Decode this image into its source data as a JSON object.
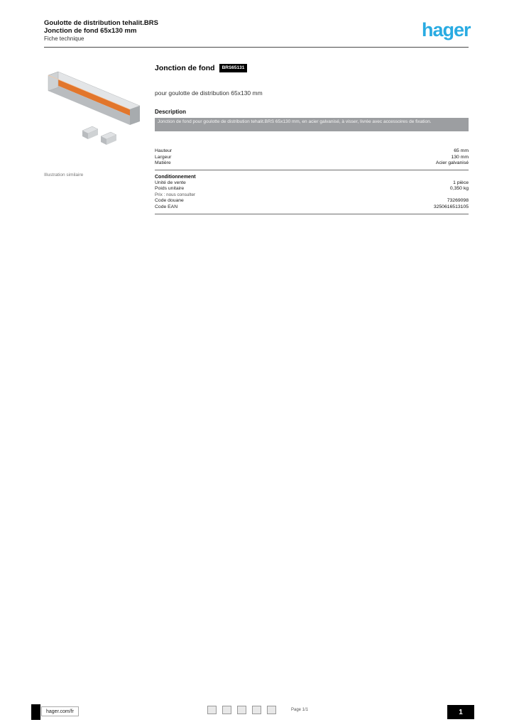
{
  "header": {
    "line1": "Goulotte de distribution tehalit.BRS",
    "line2": "Jonction de fond 65x130 mm",
    "line3": "Fiche technique",
    "logo_text": "hager"
  },
  "product": {
    "title": "Jonction de fond",
    "reference": "BRS65131",
    "subtitle": "pour goulotte de distribution 65x130 mm",
    "description_heading": "Description",
    "description_text": "Jonction de fond pour goulotte de distribution tehalit.BRS 65x130 mm, en acier galvanisé, à visser, livrée avec accessoires de fixation.",
    "image_caption": "Illustration similaire"
  },
  "specs": {
    "rows_a": [
      {
        "label": "Hauteur",
        "value": "65 mm"
      },
      {
        "label": "Largeur",
        "value": "130 mm"
      },
      {
        "label": "Matière",
        "value": "Acier galvanisé"
      }
    ],
    "rows_b_heading": "Conditionnement",
    "rows_b": [
      {
        "label": "Unité de vente",
        "value": "1 pièce"
      },
      {
        "label": "Poids unitaire",
        "value": "0,350 kg"
      }
    ],
    "rows_c_note": "Prix : nous consulter",
    "rows_c": [
      {
        "label": "Code douane",
        "value": "73269098"
      },
      {
        "label": "Code EAN",
        "value": "3250616513105"
      }
    ]
  },
  "footer": {
    "site": "hager.com/fr",
    "page_note": "Page 1/1",
    "page_number": "1"
  },
  "colors": {
    "logo_blue": "#29abe2",
    "accent_orange": "#e2762c",
    "badge_bg": "#000000",
    "description_band": "#9c9ea1"
  }
}
